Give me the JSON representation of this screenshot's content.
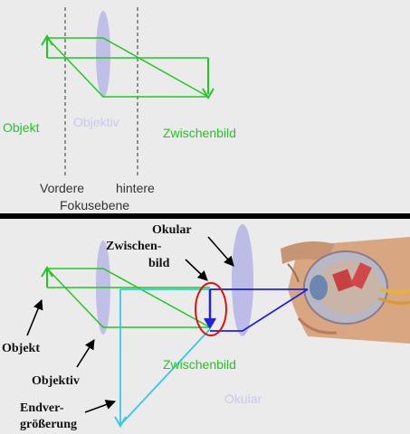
{
  "top_panel": {
    "object_label": "Objekt",
    "objective_label": "Objektiv",
    "intermediate_label": "Zwischenbild",
    "front_label": "Vordere",
    "rear_label": "hintere",
    "focal_plane_label": "Fokusebene"
  },
  "bottom_panel": {
    "eyepiece_label": "Okular",
    "intermediate_line1": "Zwischen-",
    "intermediate_line2": "bild",
    "object_label": "Objekt",
    "objective_label": "Objektiv",
    "final_line1": "Endver-",
    "final_line2": "größerung",
    "intermediate_green_label": "Zwischenbild",
    "eyepiece_faint_label": "Okular"
  },
  "colors": {
    "green": "#22c722",
    "cyan": "#33c8ee",
    "blue": "#2222dd",
    "lens": "#b7b7e6",
    "red": "#dd1111",
    "divider": "#000000"
  }
}
